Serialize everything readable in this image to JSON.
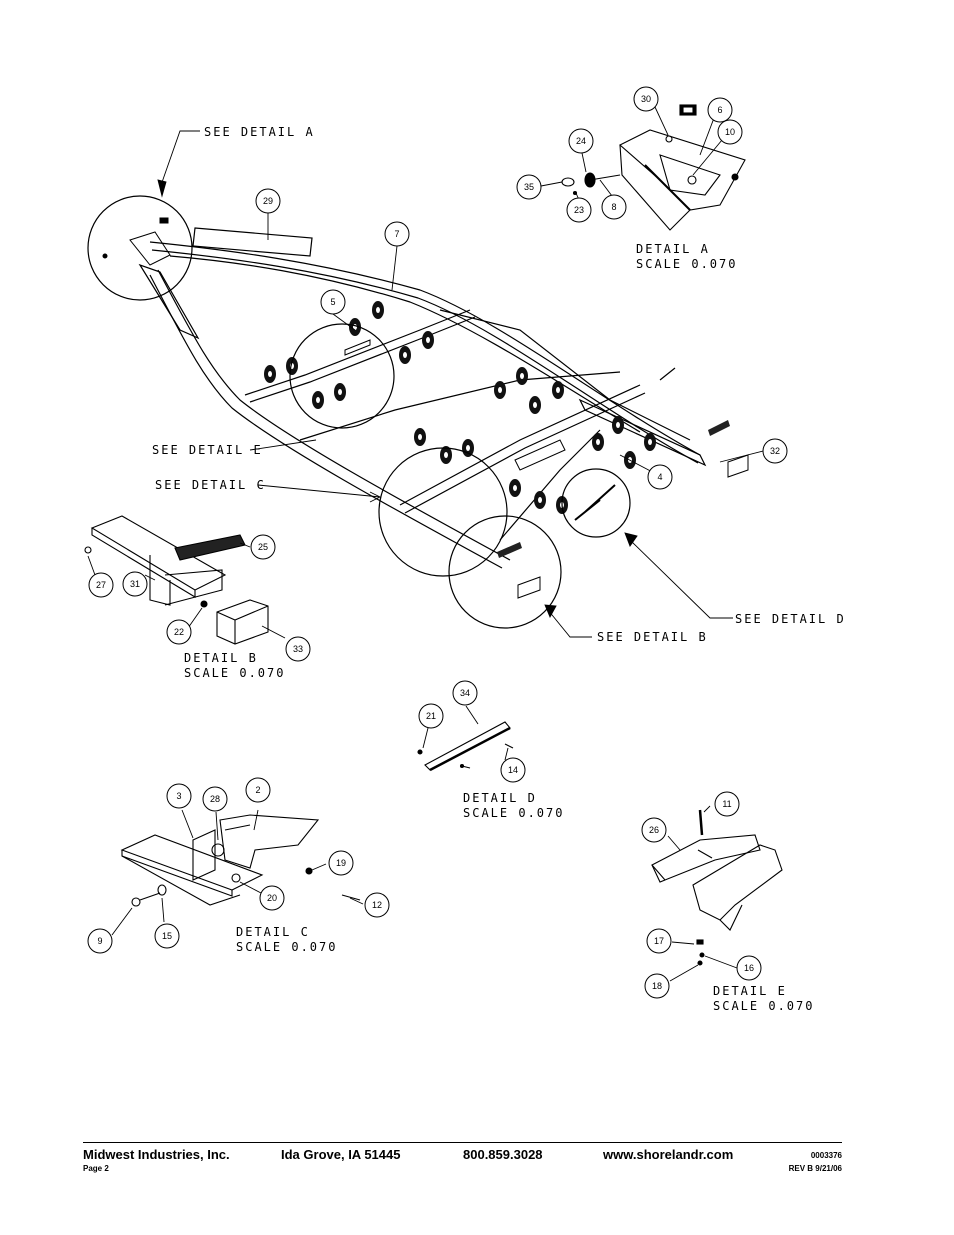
{
  "callouts": {
    "see_detail_a": "SEE DETAIL  A",
    "see_detail_b": "SEE DETAIL  B",
    "see_detail_c": "SEE DETAIL  C",
    "see_detail_d": "SEE DETAIL  D",
    "see_detail_e": "SEE DETAIL  E"
  },
  "details": {
    "a": {
      "title": "DETAIL  A",
      "scale": "SCALE  0.070"
    },
    "b": {
      "title": "DETAIL  B",
      "scale": "SCALE  0.070"
    },
    "c": {
      "title": "DETAIL  C",
      "scale": "SCALE  0.070"
    },
    "d": {
      "title": "DETAIL  D",
      "scale": "SCALE  0.070"
    },
    "e": {
      "title": "DETAIL  E",
      "scale": "SCALE  0.070"
    }
  },
  "balloons": {
    "b30": "30",
    "b6": "6",
    "b10": "10",
    "b24": "24",
    "b35": "35",
    "b23": "23",
    "b8": "8",
    "b29": "29",
    "b7": "7",
    "b5": "5",
    "b32": "32",
    "b4": "4",
    "b25": "25",
    "b27": "27",
    "b31": "31",
    "b22": "22",
    "b33": "33",
    "b34": "34",
    "b21": "21",
    "b14": "14",
    "b3": "3",
    "b28": "28",
    "b2": "2",
    "b19": "19",
    "b20": "20",
    "b12": "12",
    "b9": "9",
    "b15": "15",
    "b11": "11",
    "b26": "26",
    "b17": "17",
    "b16": "16",
    "b18": "18"
  },
  "footer": {
    "company": "Midwest Industries, Inc.",
    "city": "Ida Grove, IA  51445",
    "phone": "800.859.3028",
    "website": "www.shorelandr.com",
    "doc_number": "0003376",
    "page": "Page 2",
    "revision": "REV B  9/21/06"
  }
}
